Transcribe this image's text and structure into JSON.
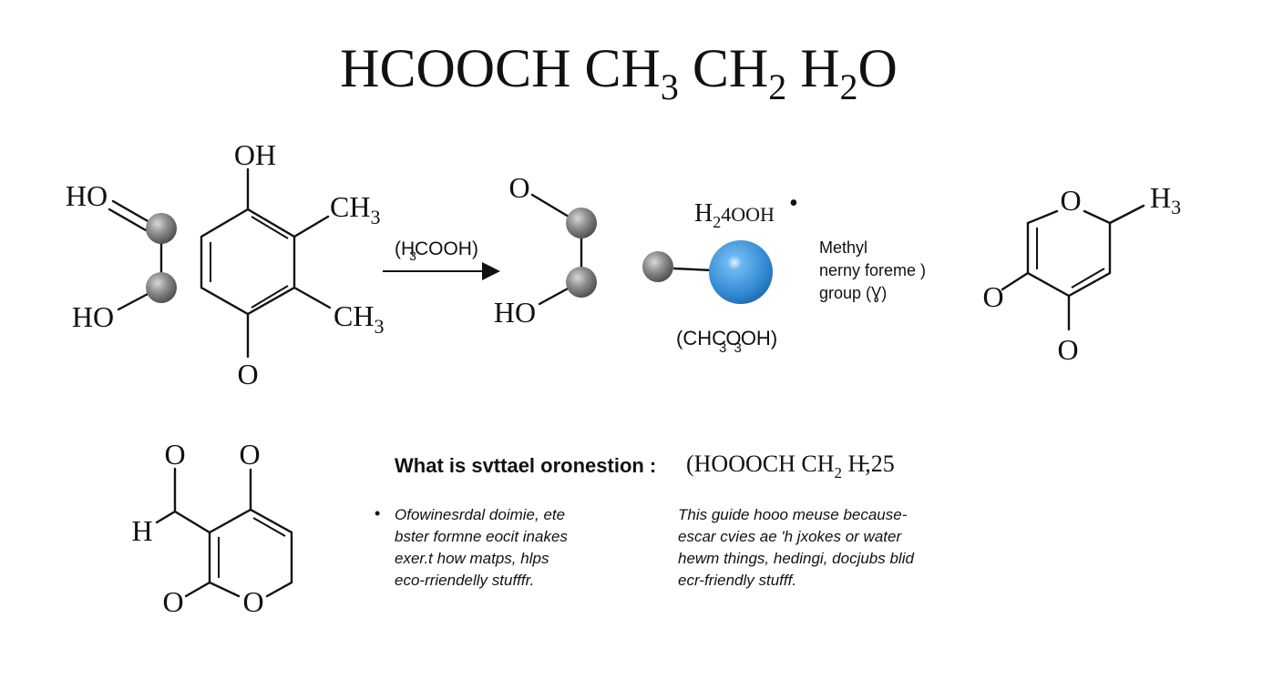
{
  "title": {
    "parts": [
      "HCOOCH CH",
      "3",
      " CH",
      "2",
      " H",
      "2",
      "O"
    ]
  },
  "reactant": {
    "top_oh": "OH",
    "ho_upper": "HO",
    "ho_lower": "HO",
    "ch3_upper": "CH",
    "ch3_upper_sub": "3",
    "ch3_lower": "CH",
    "ch3_lower_sub": "3",
    "bottom_o": "O"
  },
  "arrow": {
    "label_pre": "(H",
    "label_sub": "3",
    "label_post": "COOH)"
  },
  "product": {
    "o_top": "O",
    "ho_bottom": "HO"
  },
  "sphere_group": {
    "formula_pre": "H",
    "formula_sub": "2",
    "formula_post": "4OOH",
    "bullet": "•",
    "lower_pre": "(CHC",
    "lower_sub1": "3",
    "lower_mid": "O",
    "lower_sub2": "3",
    "lower_post": "OH)",
    "sphere_color": "#3a8fd6"
  },
  "methyl_note": {
    "line1": "Methyl",
    "line2": "nerny foreme )",
    "line3": "group (Ɣ)"
  },
  "pyranone_right": {
    "o_ring": "O",
    "h3": "H",
    "h3_sub": "3",
    "o_left": "O",
    "o_bottom": "O"
  },
  "pyranone_bottom": {
    "o_top_left": "O",
    "o_top_right": "O",
    "h_left": "H",
    "o_bottom_left": "O",
    "o_ring": "O"
  },
  "question": {
    "heading": "What is svttael oronestion :",
    "formula_pre": "(HOOOCH CH",
    "formula_sub": "2",
    "formula_post": " H̵,25"
  },
  "text_left": {
    "bullet": "•",
    "lines": [
      "Ofowinesrdal doimie, ete",
      "bster formne eocit inakes",
      "exer.t how matps, hlps",
      "eco-rriendelly stufffr."
    ]
  },
  "text_right": {
    "lines": [
      "This guide hooo meuse because-",
      "escar cvies ae 'h jxokes or water",
      "hewm things, hedingi, docjubs blid",
      "ecr-friendly stufff."
    ]
  }
}
